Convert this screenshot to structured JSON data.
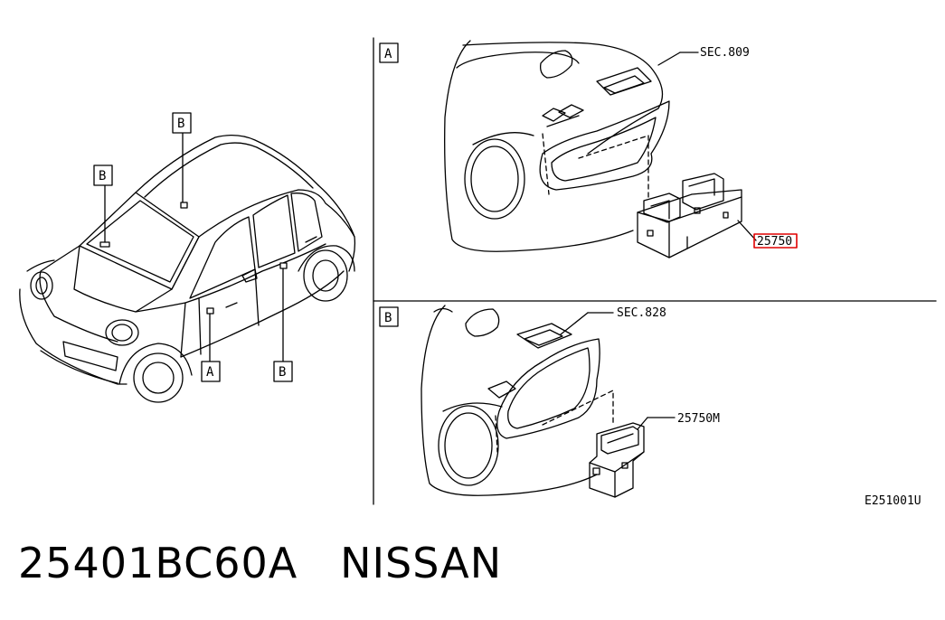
{
  "callouts": {
    "view_a": "A",
    "view_b": "B",
    "car_b_roof": "B",
    "car_b_hood": "B",
    "car_a_door": "A",
    "car_b_rear_door": "B"
  },
  "view_a": {
    "sec_ref": "SEC.809",
    "part_ref": "25750"
  },
  "view_b": {
    "sec_ref": "SEC.828",
    "part_ref": "25750M"
  },
  "diagram_code": "E251001U",
  "caption": {
    "part_number": "25401BC60A",
    "brand": "NISSAN"
  },
  "colors": {
    "line": "#000000",
    "highlight": "#e00000"
  }
}
